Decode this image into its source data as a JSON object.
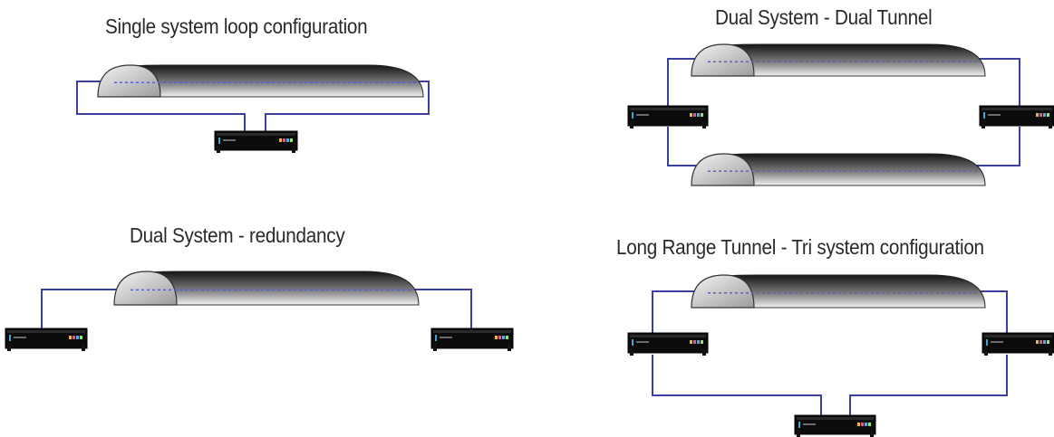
{
  "titles": {
    "single_loop": "Single system loop configuration",
    "dual_tunnel": "Dual System - Dual Tunnel",
    "redundancy": "Dual System - redundancy",
    "tri_system": "Long Range Tunnel - Tri system configuration"
  },
  "colors": {
    "cable": "#3b3f9e",
    "device_body": "#0b0b0b",
    "tunnel_dark": "#141414",
    "tunnel_light": "#f2f2f2",
    "laser_dash": "#5a5fd0"
  }
}
